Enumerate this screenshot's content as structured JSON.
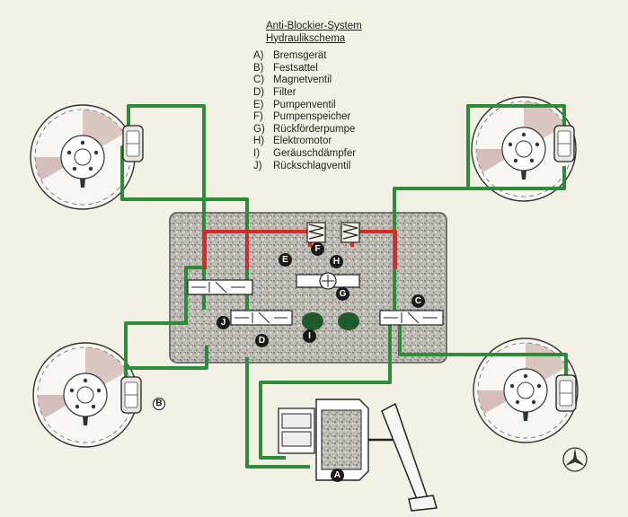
{
  "legend": {
    "title_line1": "Anti-Blockier-System",
    "title_line2": "Hydraulikschema",
    "items": [
      {
        "key": "A)",
        "text": "Bremsgerät"
      },
      {
        "key": "B)",
        "text": "Festsattel"
      },
      {
        "key": "C)",
        "text": "Magnetventil"
      },
      {
        "key": "D)",
        "text": "Filter"
      },
      {
        "key": "E)",
        "text": "Pumpenventil"
      },
      {
        "key": "F)",
        "text": "Pumpenspeicher"
      },
      {
        "key": "G)",
        "text": "Rückförderpumpe"
      },
      {
        "key": "H)",
        "text": "Elektromotor"
      },
      {
        "key": "I)",
        "text": "Geräuschdämpfer"
      },
      {
        "key": "J)",
        "text": "Rückschlagventil"
      }
    ]
  },
  "labels": {
    "A": "A",
    "B": "B",
    "C": "C",
    "D": "D",
    "E": "E",
    "F": "F",
    "G": "G",
    "H": "H",
    "I": "I",
    "J": "J"
  },
  "colors": {
    "background": "#f3f0e6",
    "brake_line": "#2e8b3a",
    "pressure_line": "#d42a2a",
    "unit_body": "#c9c6c0",
    "ink": "#1a1a1a"
  },
  "icons": [
    "brake-disc-icon",
    "brake-caliper-icon",
    "brake-pedal-icon",
    "mercedes-star-icon",
    "master-cylinder-icon"
  ]
}
